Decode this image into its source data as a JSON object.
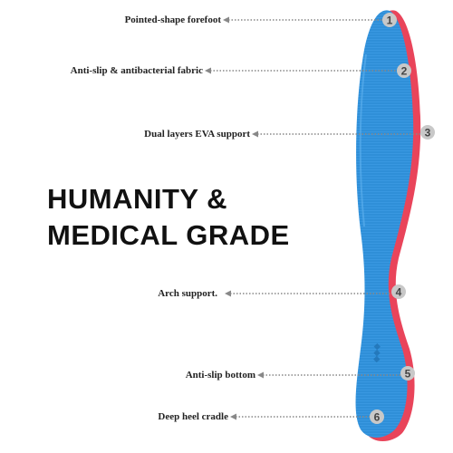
{
  "headline": {
    "line1": "HUMANITY &",
    "line2": "MEDICAL GRADE"
  },
  "features": [
    {
      "number": "1",
      "label": "Pointed-shape forefoot"
    },
    {
      "number": "2",
      "label": "Anti-slip & antibacterial fabric"
    },
    {
      "number": "3",
      "label": "Dual layers EVA support"
    },
    {
      "number": "4",
      "label": "Arch support."
    },
    {
      "number": "5",
      "label": "Anti-slip bottom"
    },
    {
      "number": "6",
      "label": "Deep heel cradle"
    }
  ],
  "colors": {
    "insole_top": "#2f8fd8",
    "insole_bottom": "#e9445a",
    "marker_fill": "#c8c8c8",
    "leader_line": "#888888"
  }
}
